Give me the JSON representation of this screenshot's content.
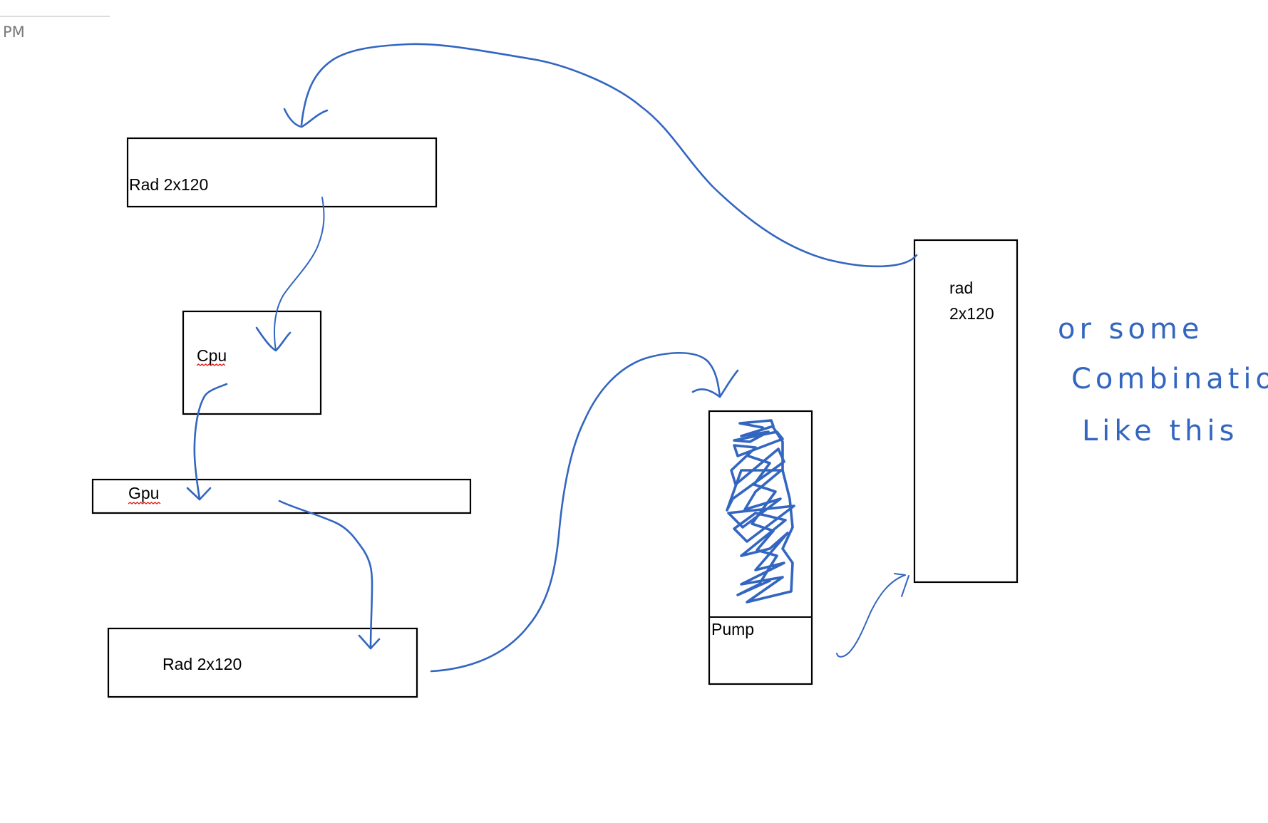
{
  "header": {
    "time_suffix": "PM"
  },
  "diagram": {
    "title": "Water cooling loop sketch",
    "components": [
      {
        "id": "rad-top",
        "label": "Rad 2x120"
      },
      {
        "id": "cpu",
        "label": "Cpu",
        "spellcheck_flag": true
      },
      {
        "id": "gpu",
        "label": "Gpu",
        "spellcheck_flag": true
      },
      {
        "id": "rad-bottom",
        "label": "Rad 2x120"
      },
      {
        "id": "pump",
        "label": "Pump"
      },
      {
        "id": "rad-right",
        "label_line1": "rad",
        "label_line2": "2x120"
      }
    ],
    "flow": [
      {
        "from": "rad-top",
        "to": "cpu"
      },
      {
        "from": "cpu",
        "to": "gpu"
      },
      {
        "from": "gpu",
        "to": "rad-bottom"
      },
      {
        "from": "rad-bottom",
        "to": "pump"
      },
      {
        "from": "pump",
        "to": "rad-right"
      },
      {
        "from": "rad-right",
        "to": "rad-top"
      }
    ],
    "annotation": {
      "line1": "or some",
      "line2": "Combination",
      "line3": "Like this"
    },
    "colors": {
      "ink": "#3366c0",
      "box_stroke": "#000000",
      "spellcheck": "#e01b1b"
    }
  }
}
